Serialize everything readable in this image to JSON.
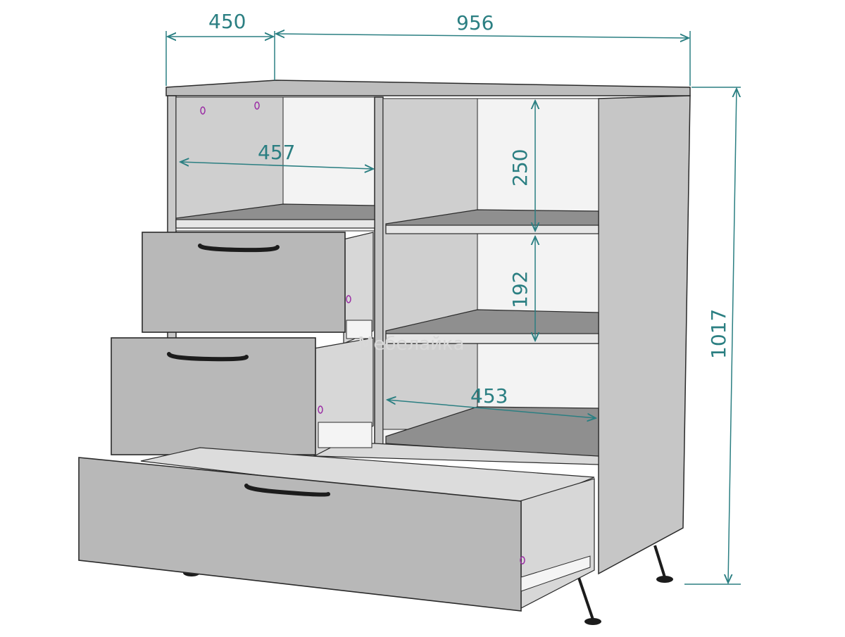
{
  "dimensions": {
    "depth": "450",
    "width": "956",
    "height": "1017",
    "left_section_inner_width": "457",
    "right_section_inner_width": "453",
    "top_shelf_gap": "250",
    "middle_shelf_gap": "192"
  },
  "watermark": {
    "text": "Мебелайка"
  },
  "colors": {
    "dimension_line": "#2b7f82",
    "panel_face": "#b9b9b9",
    "panel_side": "#c9c9c9",
    "inner_back": "#f2f2f2",
    "shelf_top": "#8f8f8f",
    "outline": "#2a2a2a",
    "handle": "#1c1c1c",
    "pin_marks": "#9b2fa5"
  },
  "icons": {
    "handle": "drawer-handle-icon",
    "runner": "drawer-runner-icon",
    "foot": "cabinet-foot-icon"
  }
}
